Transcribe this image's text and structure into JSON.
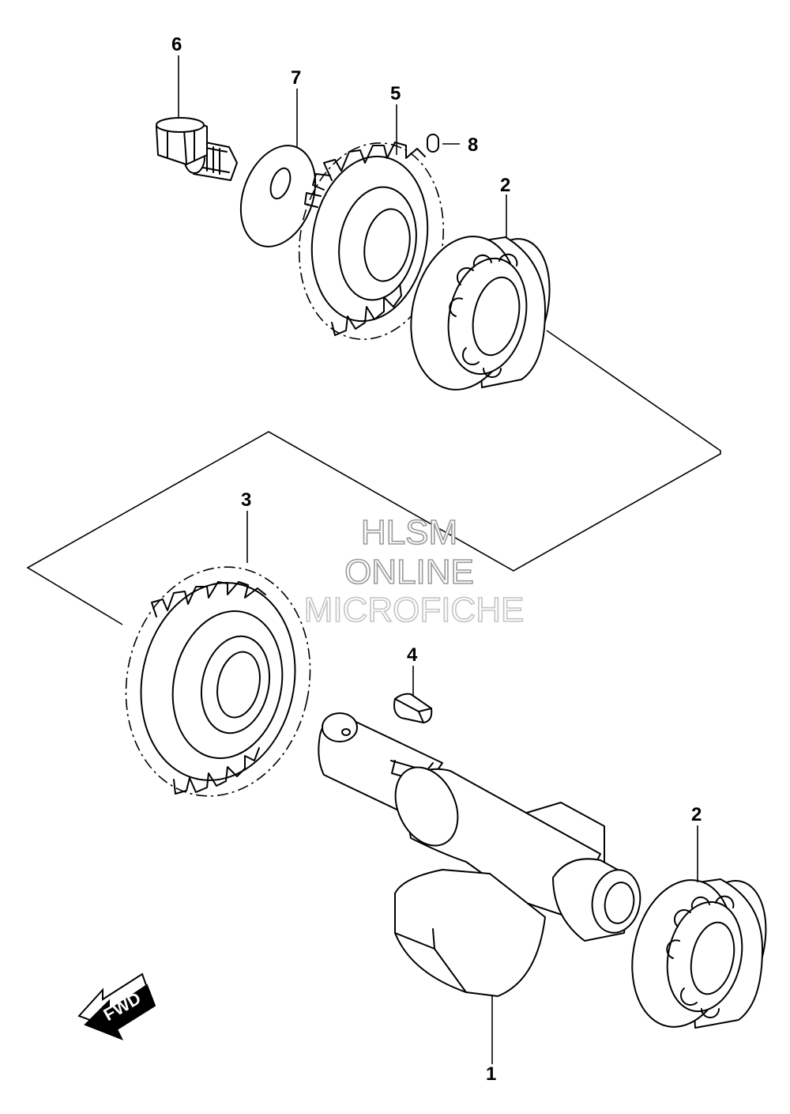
{
  "callouts": {
    "p1": "1",
    "p2a": "2",
    "p2b": "2",
    "p3": "3",
    "p4": "4",
    "p5": "5",
    "p6": "6",
    "p7": "7",
    "p8": "8"
  },
  "watermark": {
    "line1": "HLSM",
    "line2": "ONLINE",
    "line3": "MICROFICHE"
  },
  "fwd_label": "FWD",
  "colors": {
    "line": "#000000",
    "background": "#ffffff",
    "watermark": "#9a9a9a"
  }
}
